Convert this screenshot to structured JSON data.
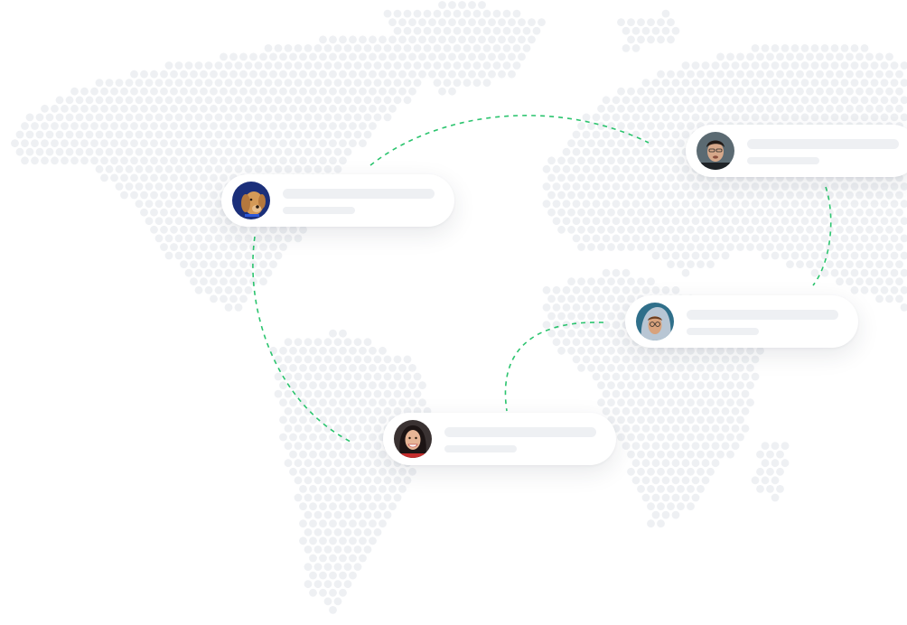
{
  "map": {
    "dot_color": "#eef0f3"
  },
  "connection_color": "#2bc46e",
  "users": [
    {
      "avatar": "dog-avatar",
      "name_placeholder": "",
      "detail_placeholder": "",
      "bg": "#1b2f7a"
    },
    {
      "avatar": "man-avatar",
      "name_placeholder": "",
      "detail_placeholder": "",
      "bg": "#5b6a72"
    },
    {
      "avatar": "hooded-person-avatar",
      "name_placeholder": "",
      "detail_placeholder": "",
      "bg": "#2f6f8a"
    },
    {
      "avatar": "smiling-woman-avatar",
      "name_placeholder": "",
      "detail_placeholder": "",
      "bg": "#3a3232"
    }
  ]
}
